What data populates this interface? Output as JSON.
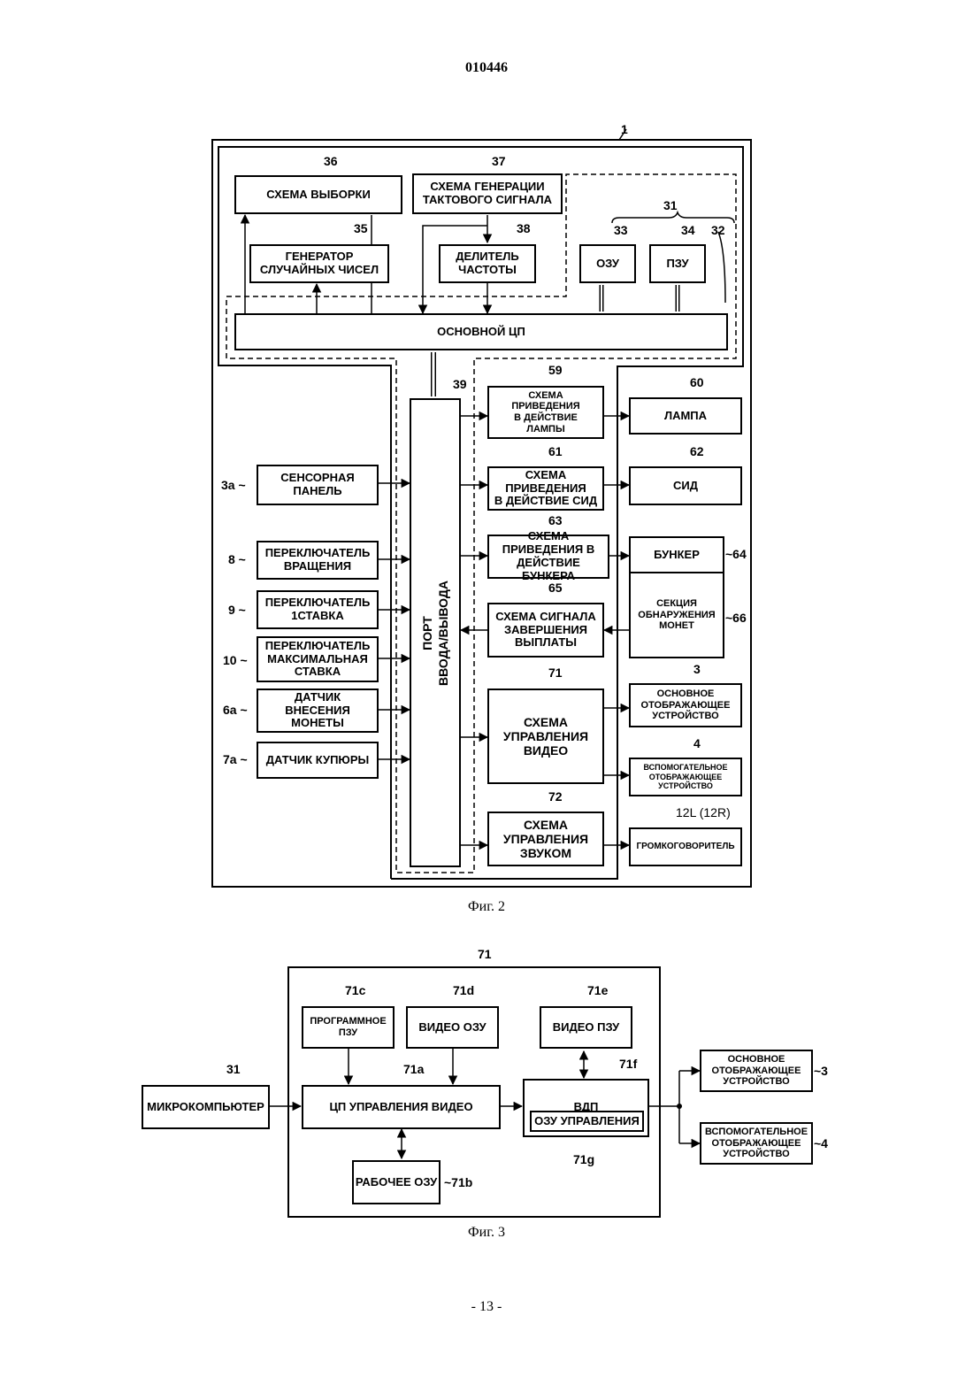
{
  "page": {
    "doc_number": "010446",
    "page_number": "- 13 -"
  },
  "fig2": {
    "caption": "Фиг. 2",
    "refs": {
      "main": "1",
      "r36": "36",
      "r37": "37",
      "r35": "35",
      "r38": "38",
      "r31": "31",
      "r33": "33",
      "r34": "34",
      "r32": "32",
      "r39": "39",
      "r59": "59",
      "r60": "60",
      "r61": "61",
      "r62": "62",
      "r63": "63",
      "r64": "~64",
      "r65": "65",
      "r66": "~66",
      "r71": "71",
      "r3": "3",
      "r4": "4",
      "r72": "72",
      "r12": "12L (12R)",
      "r3a": "3a ~",
      "r8": "8 ~",
      "r9": "9 ~",
      "r10": "10 ~",
      "r6a": "6a ~",
      "r7a": "7a ~"
    },
    "blocks": {
      "sampling": "СХЕМА ВЫБОРКИ",
      "clock": "СХЕМА ГЕНЕРАЦИИ\nТАКТОВОГО СИГНАЛА",
      "rng": "ГЕНЕРАТОР\nСЛУЧАЙНЫХ ЧИСЕЛ",
      "divider": "ДЕЛИТЕЛЬ\nЧАСТОТЫ",
      "ram": "ОЗУ",
      "rom": "ПЗУ",
      "cpu": "ОСНОВНОЙ ЦП",
      "io_port": "ПОРТ\nВВОДА/ВЫВОДА",
      "lamp_drv": "СХЕМА\nПРИВЕДЕНИЯ\nВ ДЕЙСТВИЕ\nЛАМПЫ",
      "lamp": "ЛАМПА",
      "led_drv": "СХЕМА\nПРИВЕДЕНИЯ\nВ ДЕЙСТВИЕ СИД",
      "led": "СИД",
      "hopper_drv": "СХЕМА\nПРИВЕДЕНИЯ В\nДЕЙСТВИЕ БУНКЕРА",
      "hopper": "БУНКЕР",
      "coin_detect": "СЕКЦИЯ\nОБНАРУЖЕНИЯ\nМОНЕТ",
      "payout": "СХЕМА СИГНАЛА\nЗАВЕРШЕНИЯ\nВЫПЛАТЫ",
      "video_ctrl": "СХЕМА\nУПРАВЛЕНИЯ\nВИДЕО",
      "main_display": "ОСНОВНОЕ\nОТОБРАЖАЮЩЕЕ\nУСТРОЙСТВО",
      "aux_display": "ВСПОМОГАТЕЛЬНОЕ\nОТОБРАЖАЮЩЕЕ\nУСТРОЙСТВО",
      "sound_ctrl": "СХЕМА\nУПРАВЛЕНИЯ\nЗВУКОМ",
      "speaker": "ГРОМКОГОВОРИТЕЛЬ",
      "touch": "СЕНСОРНАЯ\nПАНЕЛЬ",
      "spin_sw": "ПЕРЕКЛЮЧАТЕЛЬ\nВРАЩЕНИЯ",
      "bet1_sw": "ПЕРЕКЛЮЧАТЕЛЬ\n1СТАВКА",
      "maxbet_sw": "ПЕРЕКЛЮЧАТЕЛЬ\nМАКСИМАЛЬНАЯ\nСТАВКА",
      "coin_sensor": "ДАТЧИК\nВНЕСЕНИЯ\nМОНЕТЫ",
      "bill_sensor": "ДАТЧИК КУПЮРЫ"
    }
  },
  "fig3": {
    "caption": "Фиг. 3",
    "refs": {
      "r71": "71",
      "r71c": "71c",
      "r71d": "71d",
      "r71e": "71e",
      "r71a": "71a",
      "r71f": "71f",
      "r71g": "71g",
      "r71b": "~71b",
      "r31": "31",
      "r3": "~3",
      "r4": "~4"
    },
    "blocks": {
      "prog_rom": "ПРОГРАММНОЕ\nПЗУ",
      "video_ram": "ВИДЕО ОЗУ",
      "video_rom": "ВИДЕО ПЗУ",
      "video_cpu": "ЦП УПРАВЛЕНИЯ ВИДЕО",
      "vdp": "ВДП",
      "ctrl_ram": "ОЗУ УПРАВЛЕНИЯ",
      "work_ram": "РАБОЧЕЕ ОЗУ",
      "micro": "МИКРОКОМПЬЮТЕР",
      "main_display": "ОСНОВНОЕ\nОТОБРАЖАЮЩЕЕ\nУСТРОЙСТВО",
      "aux_display": "ВСПОМОГАТЕЛЬНОЕ\nОТОБРАЖАЮЩЕЕ\nУСТРОЙСТВО"
    }
  }
}
